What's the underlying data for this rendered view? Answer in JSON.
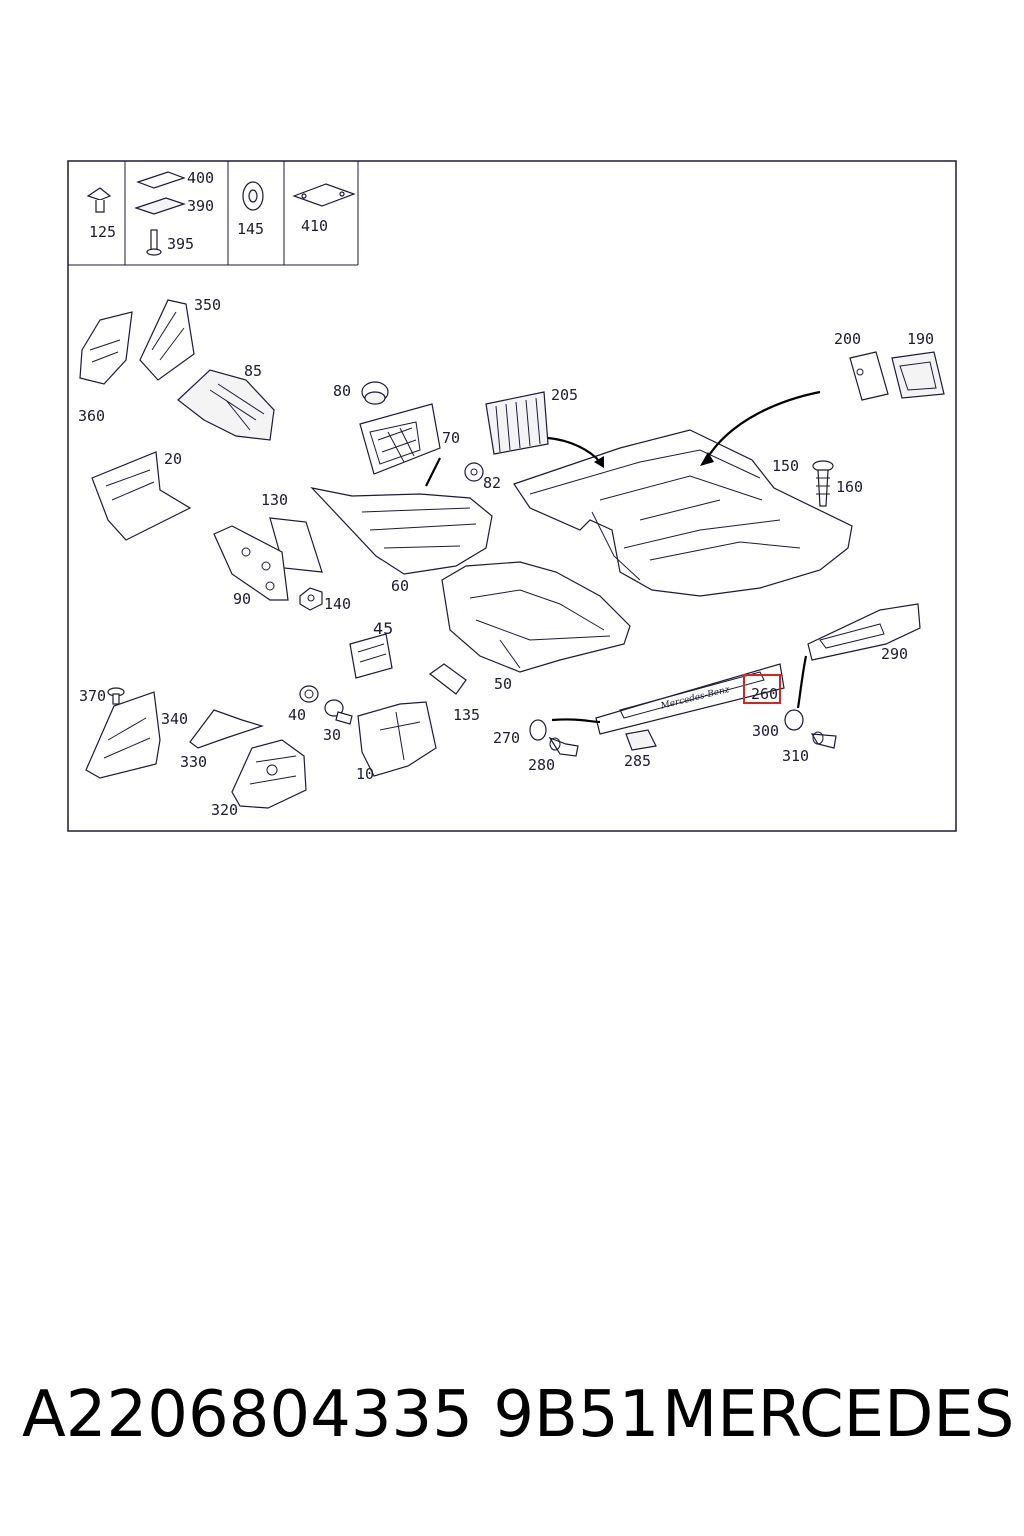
{
  "diagram": {
    "labels": {
      "l125": "125",
      "l400": "400",
      "l390": "390",
      "l395": "395",
      "l145": "145",
      "l410": "410",
      "l350": "350",
      "l360": "360",
      "l85": "85",
      "l80": "80",
      "l70": "70",
      "l205": "205",
      "l200": "200",
      "l190": "190",
      "l20": "20",
      "l82": "82",
      "l150": "150",
      "l160": "160",
      "l130": "130",
      "l60": "60",
      "l90": "90",
      "l140": "140",
      "l45": "45",
      "l50": "50",
      "l290": "290",
      "l260": "260",
      "l370": "370",
      "l340": "340",
      "l40": "40",
      "l30": "30",
      "l135": "135",
      "l330": "330",
      "l10": "10",
      "l270": "270",
      "l280": "280",
      "l285": "285",
      "l300": "300",
      "l310": "310",
      "l320": "320"
    },
    "highlight": {
      "label": "260",
      "color": "#e02020"
    },
    "colors": {
      "line": "#1a1a3a",
      "frame": "#1a1a3a"
    }
  },
  "footer": {
    "part_number": "A2206804335 9B51",
    "brand": "MERCEDES"
  }
}
